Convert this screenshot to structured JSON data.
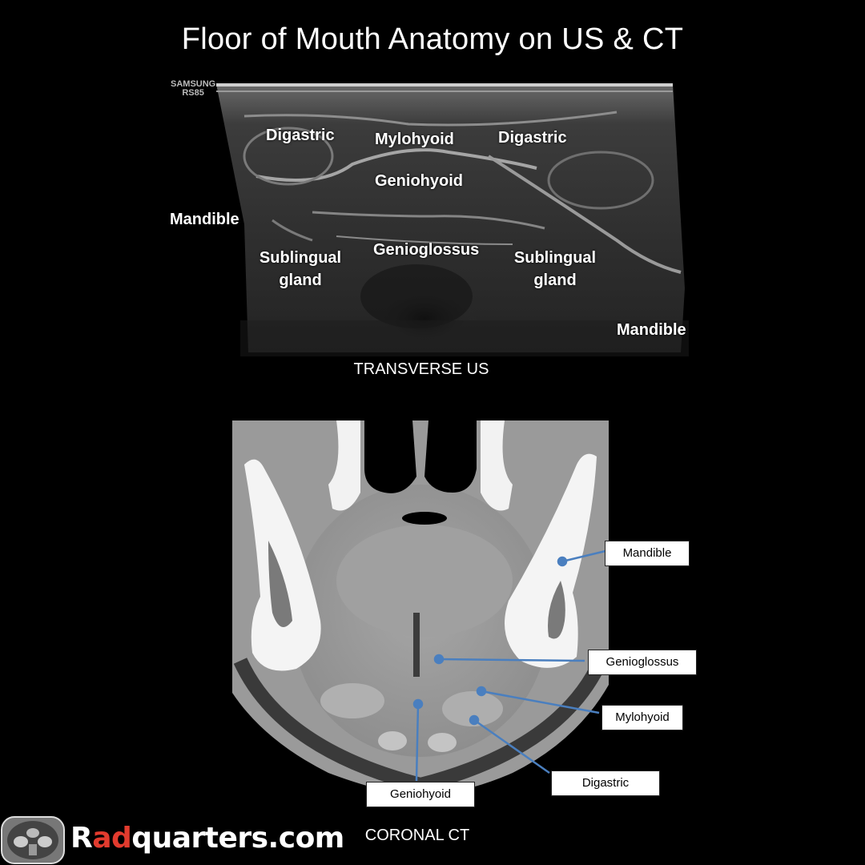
{
  "title": "Floor of Mouth Anatomy on US & CT",
  "ultrasound": {
    "vendor_line1": "SAMSUNG",
    "vendor_line2": "RS85",
    "labels": {
      "digastric_left": "Digastric",
      "mylohyoid": "Mylohyoid",
      "digastric_right": "Digastric",
      "geniohyoid": "Geniohyoid",
      "mandible_left": "Mandible",
      "sublingual_left_1": "Sublingual",
      "sublingual_left_2": "gland",
      "genioglossus": "Genioglossus",
      "sublingual_right_1": "Sublingual",
      "sublingual_right_2": "gland",
      "mandible_right": "Mandible"
    },
    "caption": "TRANSVERSE US"
  },
  "ct": {
    "labels": {
      "mandible": "Mandible",
      "genioglossus": "Genioglossus",
      "mylohyoid": "Mylohyoid",
      "digastric": "Digastric",
      "geniohyoid": "Geniohyoid"
    },
    "caption": "CORONAL CT",
    "pointer_color": "#4a7fbf"
  },
  "branding": {
    "logo_r": "R",
    "logo_ad": "ad",
    "logo_rest": "quarters.com",
    "accent_color": "#e23b2e"
  }
}
